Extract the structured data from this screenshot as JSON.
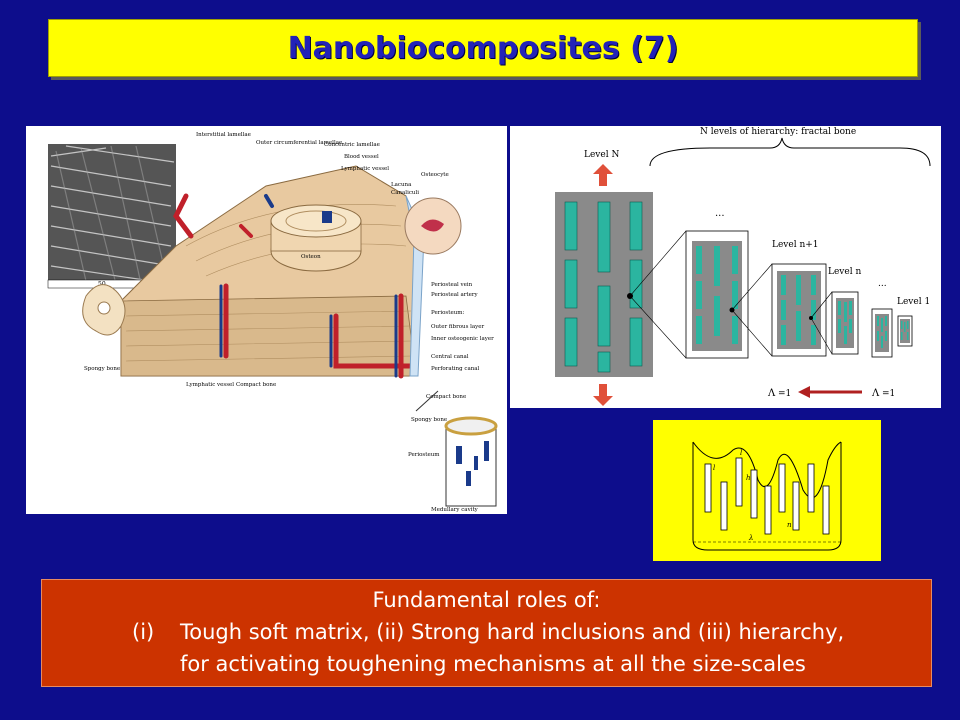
{
  "slide": {
    "title": "Nanobiocomposites (7)"
  },
  "bone_figure": {
    "labels": {
      "interstitial": "Interstitial lamellae",
      "outer_circ": "Outer circumferential lamellae",
      "concentric": "Concentric lamellae",
      "blood_vessel": "Blood vessel",
      "lymphatic_vessel_top": "Lymphatic vessel",
      "osteocyte": "Osteocyte",
      "lacuna": "Lacuna",
      "canaliculi": "Canaliculi",
      "osteon": "Osteon",
      "periosteal_vein": "Periosteal vein",
      "periosteal_artery": "Periosteal artery",
      "periosteum": "Periosteum:",
      "outer_fibrous": "Outer fibrous layer",
      "inner_osteogenic": "Inner osteogenic layer",
      "central_canal": "Central canal",
      "perforating_canal": "Perforating canal",
      "spongy_bone": "Spongy bone",
      "lymphatic_vessel": "Lymphatic vessel",
      "compact_bone": "Compact bone",
      "compact_bone_2": "Compact bone",
      "spongy_bone_2": "Spongy bone",
      "periosteum_2": "Periosteum",
      "medullary_cavity": "Medullary cavity",
      "scale": "50"
    }
  },
  "hierarchy_figure": {
    "brace_label": "N levels of hierarchy: fractal bone",
    "level_n_top": "Level N",
    "level_n1": "Level n+1",
    "level_n": "Level n",
    "level_1": "Level 1",
    "dots": "...",
    "eq_left": "Λ",
    "eq_left_val": "=1",
    "eq_right": "Λ",
    "eq_right_val": "=1"
  },
  "sketch_figure": {
    "labels": [
      "l",
      "l",
      "h",
      "λ",
      "n"
    ]
  },
  "caption": {
    "heading": "Fundamental roles of:",
    "item_number": "(i)",
    "line1": "Tough soft matrix, (ii) Strong hard inclusions and (iii) hierarchy,",
    "line2": "for activating toughening mechanisms at all the size-scales"
  },
  "colors": {
    "background": "#0d0d8c",
    "title_bg": "#ffff00",
    "title_text": "#2323b8",
    "caption_bg": "#cc3300",
    "teal": "#2bb5a0",
    "grey": "#8a8a8a"
  }
}
